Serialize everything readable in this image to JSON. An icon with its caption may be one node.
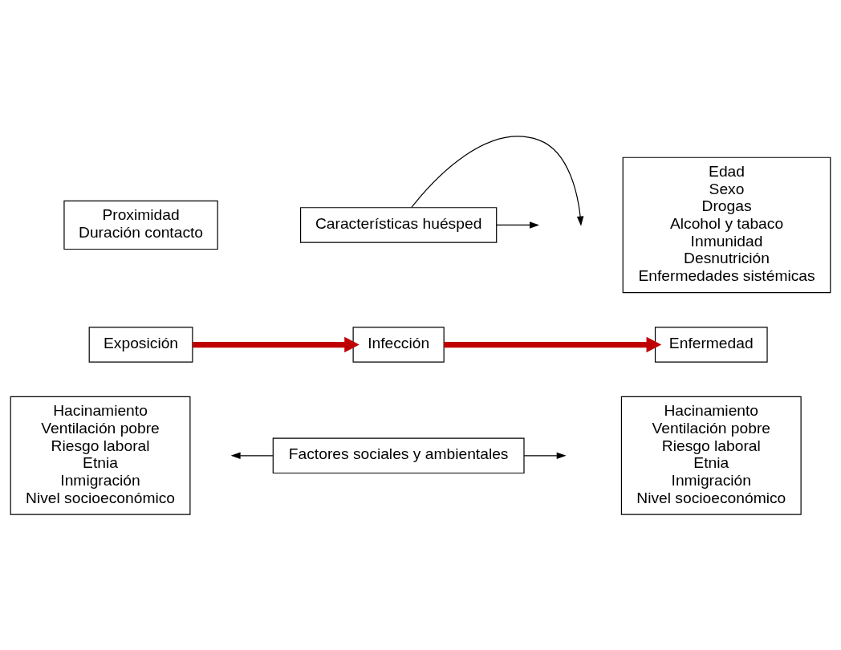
{
  "diagram": {
    "nodes": [
      {
        "text": [
          "Características huésped"
        ]
      },
      {
        "text": [
          "Proximidad",
          "Duración contacto"
        ]
      },
      {
        "text": [
          "Edad",
          "Sexo",
          "Drogas",
          "Alcohol y tabaco",
          "Inmunidad",
          "Desnutrición",
          "Enfermedades sistémicas"
        ]
      },
      {
        "text": [
          "Exposición"
        ]
      },
      {
        "text": [
          "Infección"
        ]
      },
      {
        "text": [
          "Enfermedad"
        ]
      },
      {
        "text": [
          "Hacinamiento",
          "Ventilación pobre",
          "Riesgo laboral",
          "Etnia",
          "Inmigración",
          "Nivel socioeconómico"
        ]
      },
      {
        "text": [
          "Hacinamiento",
          "Ventilación pobre",
          "Riesgo laboral",
          "Etnia",
          "Inmigración",
          "Nivel socioeconómico"
        ]
      },
      {
        "text": [
          "Factores sociales y ambientales"
        ]
      }
    ],
    "edges": [
      {
        "from": 3,
        "to": 4,
        "arrow": "to",
        "style": "thick",
        "color": "#c00000"
      },
      {
        "from": 4,
        "to": 5,
        "arrow": "to",
        "style": "thick",
        "color": "#c00000"
      },
      {
        "from": 0,
        "to": null,
        "arrow": "to"
      },
      {
        "from": 0,
        "to": null,
        "arrow": "to"
      },
      {
        "from": 8,
        "to": null,
        "arrow": "to"
      },
      {
        "from": 8,
        "to": null,
        "arrow": "to"
      }
    ]
  }
}
